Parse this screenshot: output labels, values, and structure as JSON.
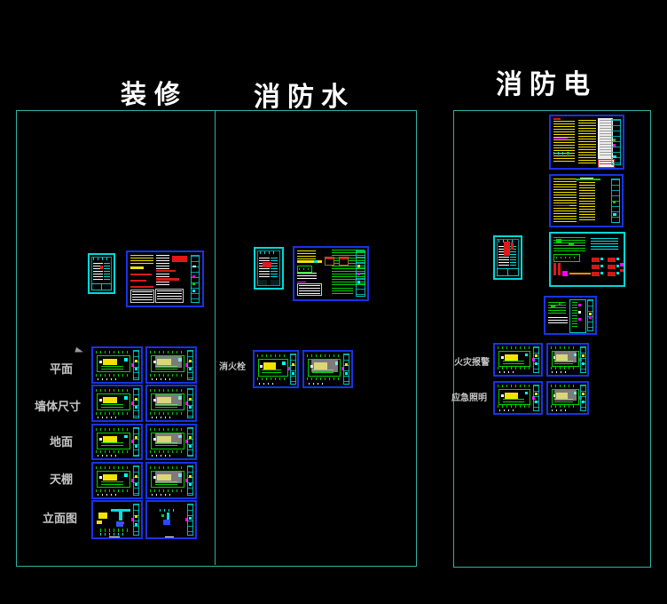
{
  "canvas": {
    "background": "#000000",
    "description": "CAD model-space layout view with three drawing set groups"
  },
  "headers": [
    {
      "id": "decoration",
      "label": "装修"
    },
    {
      "id": "fire-water",
      "label": "消防水"
    },
    {
      "id": "fire-electric",
      "label": "消防电"
    }
  ],
  "groups": {
    "decoration": {
      "title": "装修",
      "row_labels": [
        "平面",
        "墙体尺寸",
        "地面",
        "天棚",
        "立面图"
      ]
    },
    "fire_water": {
      "title": "消防水",
      "row_labels": [
        "消火栓"
      ]
    },
    "fire_electric": {
      "title": "消防电",
      "row_labels": [
        "火灾报警",
        "应急照明"
      ]
    }
  },
  "colors": {
    "frame": "#2fb3a6",
    "sheet_border": "#1734e8",
    "sheet_frame_cyan": "#00d8d8",
    "plan_green": "#00d400",
    "text_yellow": "#f2e400",
    "text_red": "#e02020",
    "magenta": "#ff00ff",
    "label_gray": "#c4c4c4",
    "title_white": "#ffffff"
  }
}
